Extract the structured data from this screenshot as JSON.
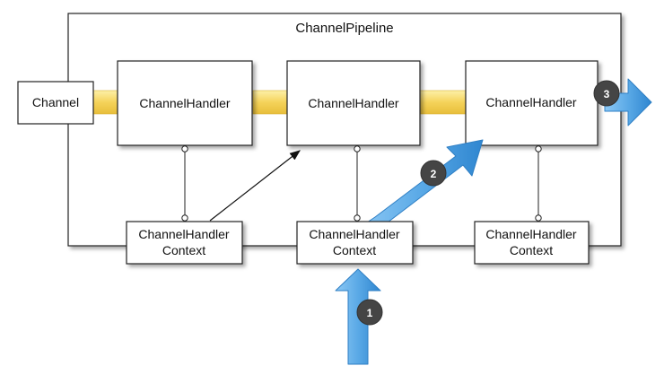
{
  "pipeline": {
    "label": "ChannelPipeline"
  },
  "channel": {
    "label": "Channel"
  },
  "handlers": [
    {
      "label": "ChannelHandler"
    },
    {
      "label": "ChannelHandler"
    },
    {
      "label": "ChannelHandler"
    }
  ],
  "contexts": [
    {
      "line1": "ChannelHandler",
      "line2": "Context"
    },
    {
      "line1": "ChannelHandler",
      "line2": "Context"
    },
    {
      "line1": "ChannelHandler",
      "line2": "Context"
    }
  ],
  "steps": [
    {
      "number": "1"
    },
    {
      "number": "2"
    },
    {
      "number": "3"
    }
  ],
  "colors": {
    "flow_bar": "#f7d96a",
    "flow_bar_edge": "#e0b830",
    "arrow_fill": "#5aa9e6",
    "arrow_edge": "#2f7fc4",
    "badge": "#454545",
    "box_stroke": "#222222"
  }
}
